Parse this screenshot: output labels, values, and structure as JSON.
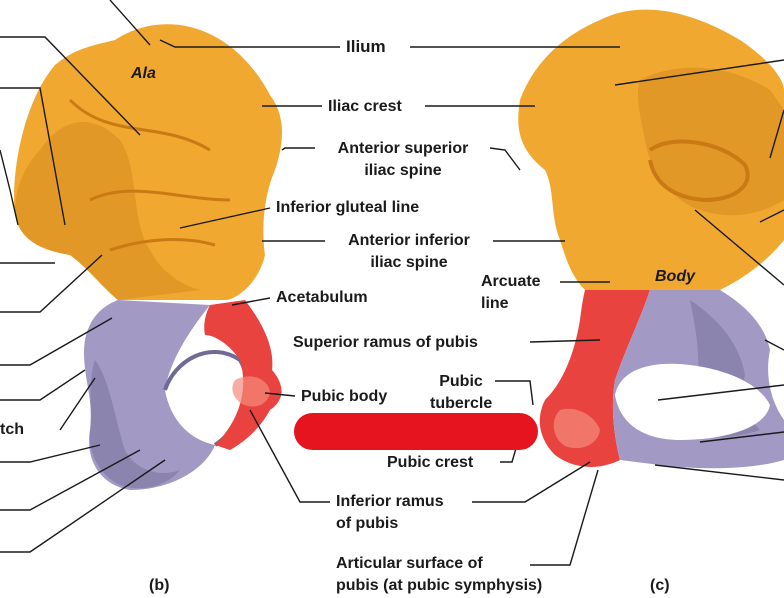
{
  "colors": {
    "ilium": "#f0a830",
    "ilium_shade": "#c97a14",
    "ischium": "#a29ac4",
    "ischium_shade": "#6f6a96",
    "pubis": "#e8433f",
    "pubis_light": "#f58a7a",
    "redaction": "#e5141f",
    "leader": "#1a1a1a"
  },
  "labels": {
    "ilium": "Ilium",
    "ala": "Ala",
    "iliac_crest": "Iliac crest",
    "asis_line1": "Anterior superior",
    "asis_line2": "iliac spine",
    "inferior_gluteal_line": "Inferior gluteal line",
    "aiis_line1": "Anterior inferior",
    "aiis_line2": "iliac spine",
    "arcuate_line1": "Arcuate",
    "arcuate_line2": "line",
    "body": "Body",
    "acetabulum": "Acetabulum",
    "superior_ramus": "Superior ramus of pubis",
    "pubic_body": "Pubic body",
    "pubic_tubercle_line1": "Pubic",
    "pubic_tubercle_line2": "tubercle",
    "pubic_crest": "Pubic crest",
    "inferior_ramus_line1": "Inferior ramus",
    "inferior_ramus_line2": "of pubis",
    "articular_line1": "Articular surface of",
    "articular_line2": "pubis (at pubic symphysis)",
    "tch": "tch",
    "panel_b": "(b)",
    "panel_c": "(c)"
  }
}
